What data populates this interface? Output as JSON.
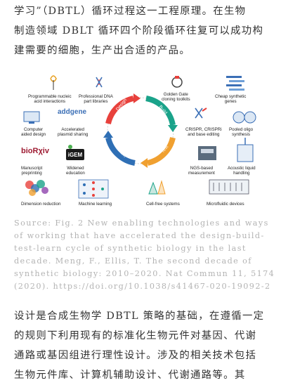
{
  "paragraph_top": {
    "lines": [
      "学习”（DBTL）循环过程这一工程原理。在生物",
      "制造领域 DBLT 循环四个阶段循环往复可以成功构",
      "建需要的细胞，生产出合适的产品。"
    ]
  },
  "figure": {
    "cycle": {
      "design": "Design",
      "build": "Build",
      "test": "Test",
      "learn": "Learn"
    },
    "left_labels": [
      "Programmable nucleic\nacid interactions",
      "Professional DNA\npart libraries",
      "Computer\naided design",
      "Accelerated\nplasmid sharing",
      "Manuscript\npreprinting",
      "Widened\neducation",
      "Dimension reduction",
      "Machine learning"
    ],
    "right_labels": [
      "Golden Gate\ncloning toolkits",
      "Cheap synthetic\ngenes",
      "CRISPR, CRISPRi\nand base editing",
      "Pooled oligo\nsynthesis",
      "NGS-based\nmeasurement",
      "Acoustic liquid\nhandling",
      "Cell-free systems",
      "Microfluidic devices"
    ],
    "logos": {
      "addgene": "addgene",
      "biorxiv": "bioRχiv",
      "igem": "iGEM"
    },
    "colors": {
      "design": "#e8413c",
      "build": "#1aa38a",
      "test": "#f0a030",
      "learn": "#2f6fb5"
    }
  },
  "caption": {
    "lines": [
      "Source: Fig. 2 New enabling technologies and ways",
      "of working that have accelerated the design-build-",
      "test-learn cycle of synthetic biology in the last",
      "decade. Meng, F., Ellis, T. The second decade of",
      "synthetic biology: 2010–2020. Nat Commun 11, 5174",
      "(2020). https://doi.org/10.1038/s41467-020-19092-2"
    ]
  },
  "paragraph_bottom": {
    "lines": [
      "设计是合成生物学 DBTL 策略的基础，在遵循一定",
      "的规则下利用现有的标准化生物元件对基因、代谢",
      "通路或基因组进行理性设计。涉及的相关技术包括",
      "生物元件库、计算机辅助设计、代谢通路等。其"
    ]
  }
}
